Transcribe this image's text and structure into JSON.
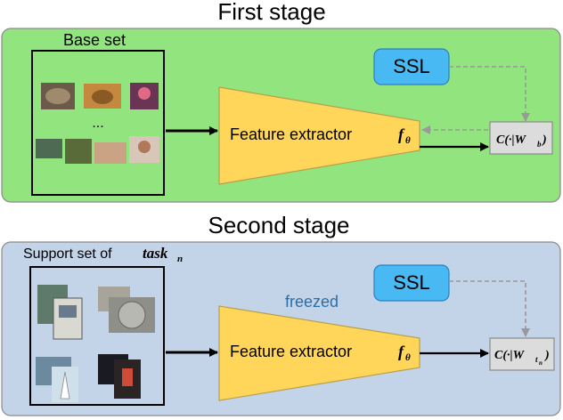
{
  "stage1": {
    "title": "First stage",
    "base_set_label": "Base set",
    "ellipsis": "...",
    "ssl_label": "SSL",
    "extractor_label": "Feature extractor",
    "extractor_symbol": "f",
    "extractor_subscript": "θ",
    "classifier_text": "C(·|W",
    "classifier_subscript": "b",
    "classifier_close": ")"
  },
  "stage2": {
    "title": "Second stage",
    "support_set_label": "Support set of",
    "task_label": "task",
    "task_subscript": "n",
    "ssl_label": "SSL",
    "freezed_label": "freezed",
    "extractor_label": "Feature extractor",
    "extractor_symbol": "f",
    "extractor_subscript": "θ",
    "classifier_text": "C(·|W",
    "classifier_subscript": "t",
    "classifier_subsub": "n",
    "classifier_close": ")"
  },
  "colors": {
    "stage1_bg": "#92e57e",
    "stage2_bg": "#c3d4e9",
    "extractor_fill": "#ffd65a",
    "ssl_fill": "#49b9f4",
    "classifier_fill": "#dcdcdc",
    "freezed_text": "#2e6da4"
  }
}
